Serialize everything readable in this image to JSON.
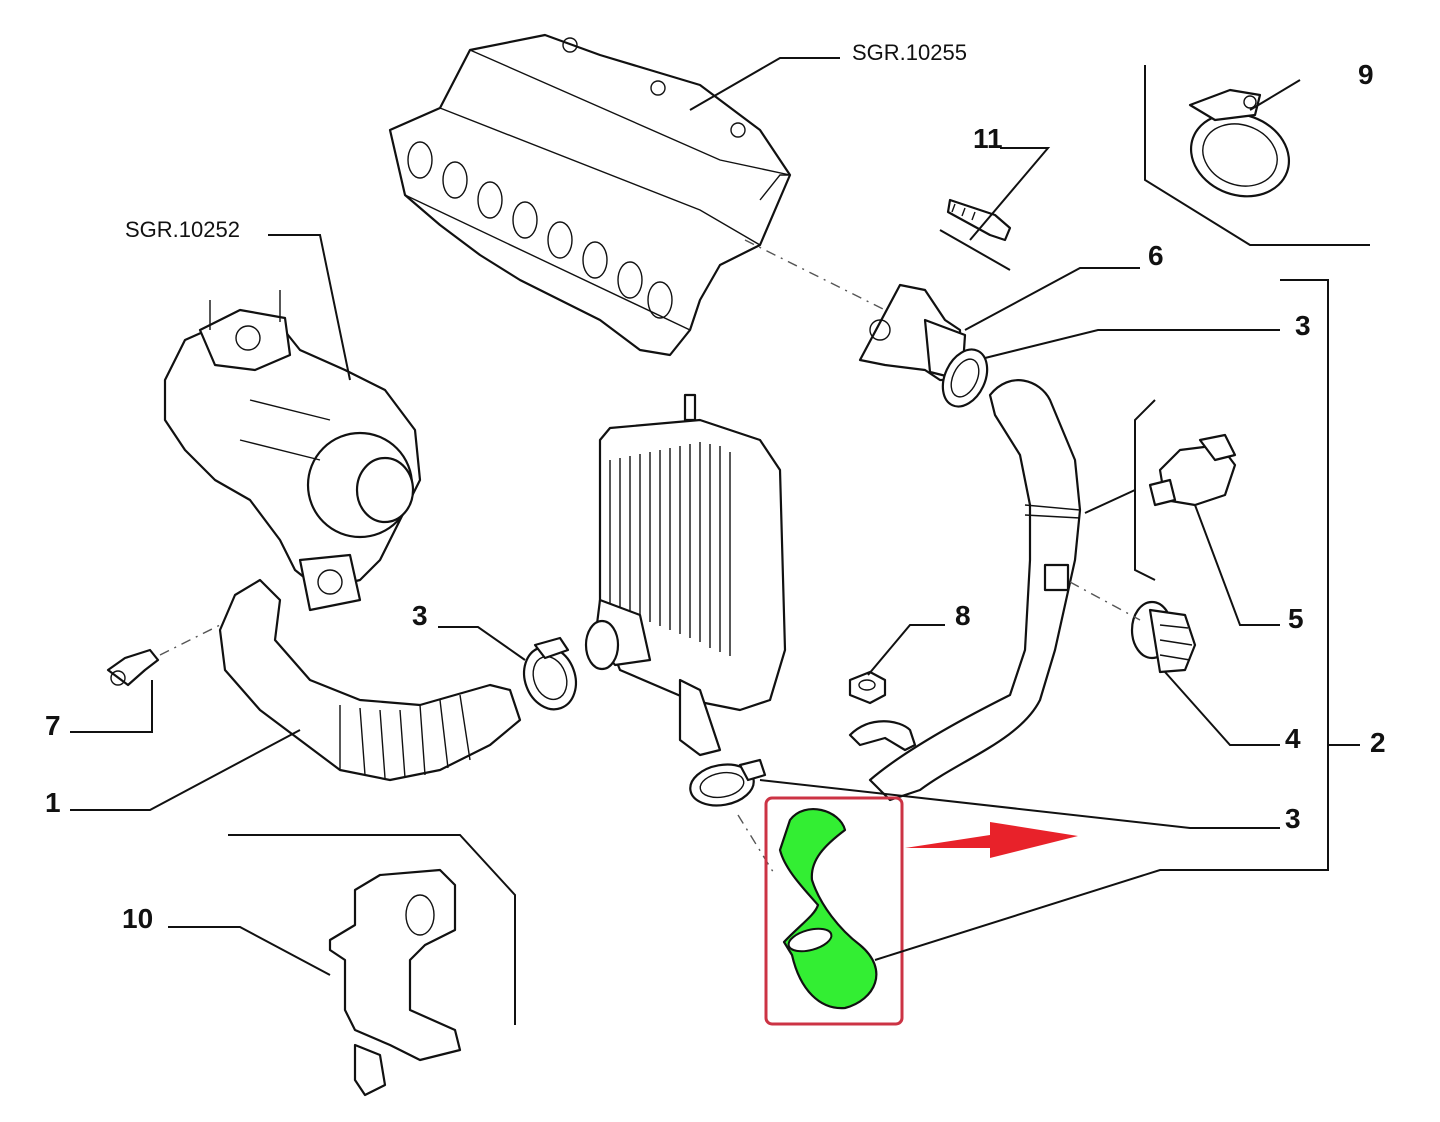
{
  "references": {
    "intake_manifold": "SGR.10255",
    "turbocharger": "SGR.10252"
  },
  "callouts": {
    "p1": "1",
    "p2": "2",
    "p3_a": "3",
    "p3_b": "3",
    "p3_c": "3",
    "p4": "4",
    "p5": "5",
    "p6": "6",
    "p7": "7",
    "p8": "8",
    "p9": "9",
    "p10": "10",
    "p11": "11"
  },
  "highlight": {
    "part_color": "#33ee33",
    "frame_color": "#cc3344",
    "arrow_color": "#e8222a"
  }
}
